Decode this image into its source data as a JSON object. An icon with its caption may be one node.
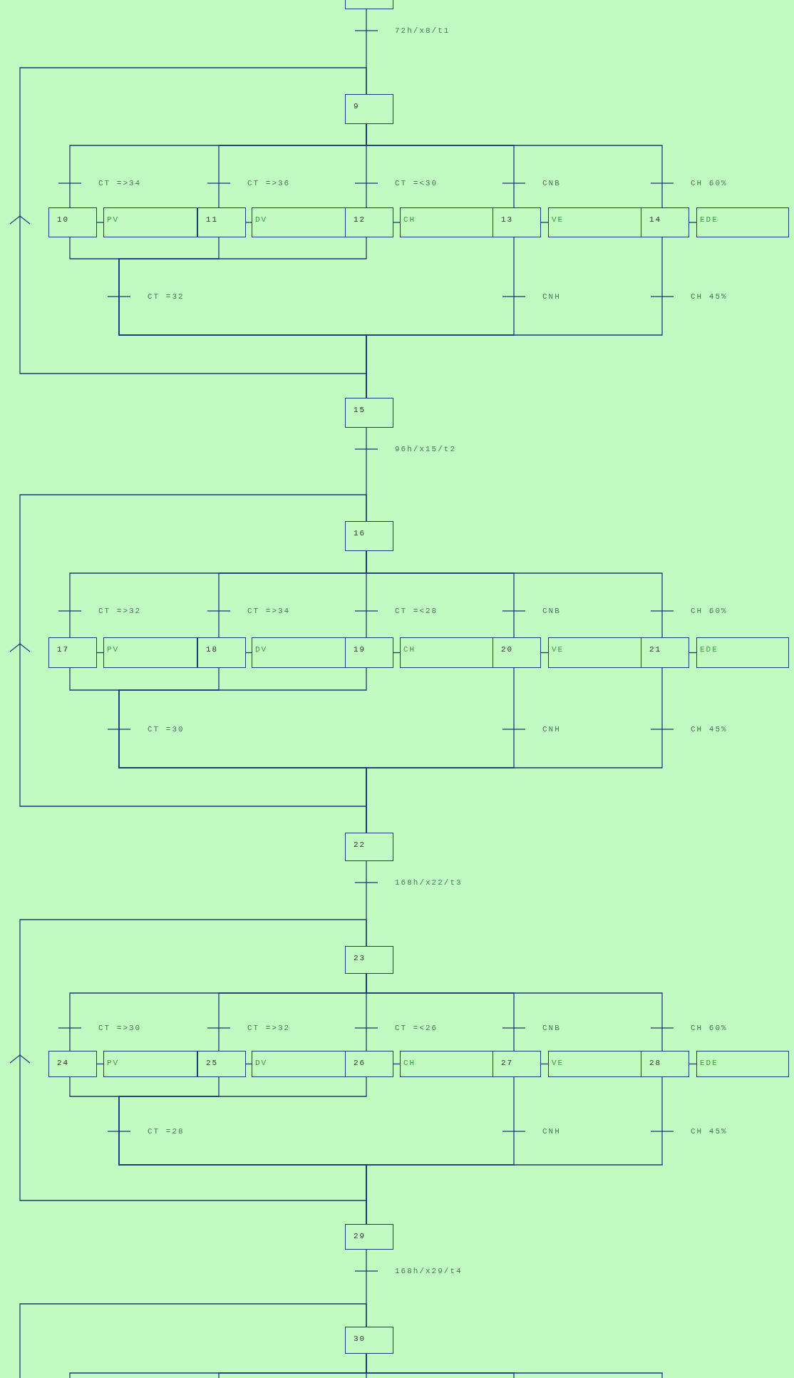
{
  "diagram": {
    "nodes": [
      {
        "text": [],
        "shape": "box"
      },
      {
        "text": [
          "9"
        ]
      },
      {
        "text": [
          "10"
        ]
      },
      {
        "text": [
          "PV"
        ]
      },
      {
        "text": [
          "11"
        ]
      },
      {
        "text": [
          "DV"
        ]
      },
      {
        "text": [
          "12"
        ]
      },
      {
        "text": [
          "CH"
        ]
      },
      {
        "text": [
          "13"
        ]
      },
      {
        "text": [
          "VE"
        ]
      },
      {
        "text": [
          "14"
        ]
      },
      {
        "text": [
          "EDE"
        ]
      },
      {
        "text": [
          "15"
        ]
      },
      {
        "text": [
          "16"
        ]
      },
      {
        "text": [
          "17"
        ]
      },
      {
        "text": [
          "PV"
        ]
      },
      {
        "text": [
          "18"
        ]
      },
      {
        "text": [
          "DV"
        ]
      },
      {
        "text": [
          "19"
        ]
      },
      {
        "text": [
          "CH"
        ]
      },
      {
        "text": [
          "20"
        ]
      },
      {
        "text": [
          "VE"
        ]
      },
      {
        "text": [
          "21"
        ]
      },
      {
        "text": [
          "EDE"
        ]
      },
      {
        "text": [
          "22"
        ]
      },
      {
        "text": [
          "23"
        ]
      },
      {
        "text": [
          "24"
        ]
      },
      {
        "text": [
          "PV"
        ]
      },
      {
        "text": [
          "25"
        ]
      },
      {
        "text": [
          "DV"
        ]
      },
      {
        "text": [
          "26"
        ]
      },
      {
        "text": [
          "CH"
        ]
      },
      {
        "text": [
          "27"
        ]
      },
      {
        "text": [
          "VE"
        ]
      },
      {
        "text": [
          "28"
        ]
      },
      {
        "text": [
          "EDE"
        ]
      },
      {
        "text": [
          "29"
        ]
      },
      {
        "text": [
          "30"
        ]
      }
    ],
    "edges": [
      {
        "from": 0,
        "to": 1,
        "arrow": "none",
        "label": "72h/x8/t1"
      },
      {
        "from": 1,
        "to": 2,
        "arrow": "none",
        "label": "CT =>34"
      },
      {
        "from": 1,
        "to": 4,
        "arrow": "none",
        "label": "CT =>36"
      },
      {
        "from": 1,
        "to": 6,
        "arrow": "none",
        "label": "CT =<30"
      },
      {
        "from": 1,
        "to": 8,
        "arrow": "none",
        "label": "CNB"
      },
      {
        "from": 1,
        "to": 10,
        "arrow": "none",
        "label": "CH 60%"
      },
      {
        "from": 2,
        "to": 3,
        "arrow": "none"
      },
      {
        "from": 4,
        "to": 5,
        "arrow": "none"
      },
      {
        "from": 6,
        "to": 7,
        "arrow": "none"
      },
      {
        "from": 8,
        "to": 9,
        "arrow": "none"
      },
      {
        "from": 10,
        "to": 11,
        "arrow": "none"
      },
      {
        "from": 2,
        "to": 12,
        "arrow": "none",
        "label": "CT =32"
      },
      {
        "from": 4,
        "to": 12,
        "arrow": "none"
      },
      {
        "from": 6,
        "to": 12,
        "arrow": "none"
      },
      {
        "from": 8,
        "to": 12,
        "arrow": "none",
        "label": "CNH"
      },
      {
        "from": 10,
        "to": 12,
        "arrow": "none",
        "label": "CH 45%"
      },
      {
        "from": 12,
        "to": 1,
        "arrow": "to"
      },
      {
        "from": 12,
        "to": 13,
        "arrow": "none",
        "label": "96h/x15/t2"
      },
      {
        "from": 13,
        "to": 14,
        "arrow": "none",
        "label": "CT =>32"
      },
      {
        "from": 13,
        "to": 16,
        "arrow": "none",
        "label": "CT =>34"
      },
      {
        "from": 13,
        "to": 18,
        "arrow": "none",
        "label": "CT =<28"
      },
      {
        "from": 13,
        "to": 20,
        "arrow": "none",
        "label": "CNB"
      },
      {
        "from": 13,
        "to": 22,
        "arrow": "none",
        "label": "CH 60%"
      },
      {
        "from": 14,
        "to": 15,
        "arrow": "none"
      },
      {
        "from": 16,
        "to": 17,
        "arrow": "none"
      },
      {
        "from": 18,
        "to": 19,
        "arrow": "none"
      },
      {
        "from": 20,
        "to": 21,
        "arrow": "none"
      },
      {
        "from": 22,
        "to": 23,
        "arrow": "none"
      },
      {
        "from": 14,
        "to": 24,
        "arrow": "none",
        "label": "CT =30"
      },
      {
        "from": 16,
        "to": 24,
        "arrow": "none"
      },
      {
        "from": 18,
        "to": 24,
        "arrow": "none"
      },
      {
        "from": 20,
        "to": 24,
        "arrow": "none",
        "label": "CNH"
      },
      {
        "from": 22,
        "to": 24,
        "arrow": "none",
        "label": "CH 45%"
      },
      {
        "from": 24,
        "to": 13,
        "arrow": "to"
      },
      {
        "from": 24,
        "to": 25,
        "arrow": "none",
        "label": "168h/x22/t3"
      },
      {
        "from": 25,
        "to": 26,
        "arrow": "none",
        "label": "CT =>30"
      },
      {
        "from": 25,
        "to": 28,
        "arrow": "none",
        "label": "CT =>32"
      },
      {
        "from": 25,
        "to": 30,
        "arrow": "none",
        "label": "CT =<26"
      },
      {
        "from": 25,
        "to": 32,
        "arrow": "none",
        "label": "CNB"
      },
      {
        "from": 25,
        "to": 34,
        "arrow": "none",
        "label": "CH 60%"
      },
      {
        "from": 26,
        "to": 27,
        "arrow": "none"
      },
      {
        "from": 28,
        "to": 29,
        "arrow": "none"
      },
      {
        "from": 30,
        "to": 31,
        "arrow": "none"
      },
      {
        "from": 32,
        "to": 33,
        "arrow": "none"
      },
      {
        "from": 34,
        "to": 35,
        "arrow": "none"
      },
      {
        "from": 26,
        "to": 36,
        "arrow": "none",
        "label": "CT =28"
      },
      {
        "from": 28,
        "to": 36,
        "arrow": "none"
      },
      {
        "from": 30,
        "to": 36,
        "arrow": "none"
      },
      {
        "from": 32,
        "to": 36,
        "arrow": "none",
        "label": "CNH"
      },
      {
        "from": 34,
        "to": 36,
        "arrow": "none",
        "label": "CH 45%"
      },
      {
        "from": 36,
        "to": 25,
        "arrow": "to"
      },
      {
        "from": 36,
        "to": 37,
        "arrow": "none",
        "label": "168h/x29/t4"
      },
      {
        "from": null,
        "to": 37,
        "arrow": "none"
      },
      {
        "from": 37,
        "to": null,
        "arrow": "none"
      },
      {
        "from": 37,
        "to": null,
        "arrow": "none"
      },
      {
        "from": 37,
        "to": null,
        "arrow": "none"
      },
      {
        "from": 37,
        "to": null,
        "arrow": "none"
      },
      {
        "from": 37,
        "to": null,
        "arrow": "none"
      }
    ]
  }
}
